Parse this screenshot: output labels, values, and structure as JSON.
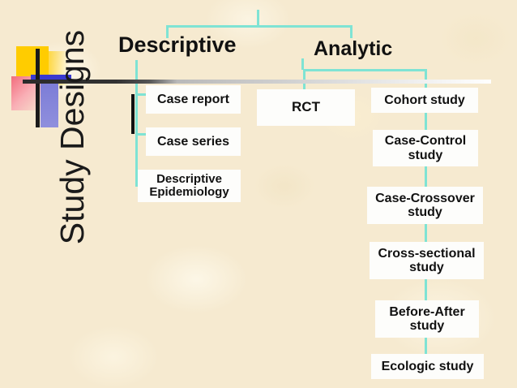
{
  "slide": {
    "title": "Study Designs",
    "background_color": "#f6ead0",
    "connector_color": "#7fe3d4",
    "node_fill_color": "#fdfdfb",
    "text_color": "#111111"
  },
  "headings": {
    "descriptive": "Descriptive",
    "analytic": "Analytic"
  },
  "branches": {
    "descriptive": {
      "label": "Descriptive",
      "nodes": [
        {
          "label": "Case report"
        },
        {
          "label": "Case series"
        },
        {
          "label": "Descriptive Epidemiology"
        }
      ]
    },
    "analytic": {
      "label": "Analytic",
      "experimental": [
        {
          "label": "RCT"
        }
      ],
      "observational": [
        {
          "label": "Cohort study"
        },
        {
          "label": "Case-Control study"
        },
        {
          "label": "Case-Crossover study"
        },
        {
          "label": "Cross-sectional study"
        },
        {
          "label": "Before-After study"
        },
        {
          "label": "Ecologic study"
        }
      ]
    }
  },
  "nodes": {
    "case_report": "Case report",
    "case_series": "Case series",
    "descriptive_epi_line1": "Descriptive",
    "descriptive_epi_line2": "Epidemiology",
    "rct": "RCT",
    "cohort": "Cohort study",
    "case_control_line1": "Case-Control",
    "case_control_line2": "study",
    "case_crossover_line1": "Case-Crossover",
    "case_crossover_line2": "study",
    "cross_sectional_line1": "Cross-sectional",
    "cross_sectional_line2": "study",
    "before_after_line1": "Before-After",
    "before_after_line2": "study",
    "ecologic": "Ecologic study"
  }
}
